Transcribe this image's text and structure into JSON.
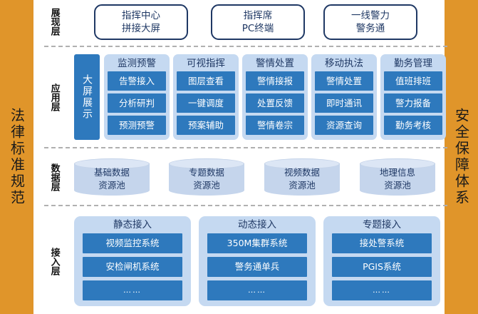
{
  "side_bars": {
    "left": {
      "label": "法律标准规范",
      "color": "#E0952A"
    },
    "right": {
      "label": "安全保障体系",
      "color": "#E0952A"
    }
  },
  "layers": [
    {
      "key": "presentation",
      "label": "展现层"
    },
    {
      "key": "application",
      "label": "应用层"
    },
    {
      "key": "data",
      "label": "数据层"
    },
    {
      "key": "access",
      "label": "接入层"
    }
  ],
  "presentation": {
    "boxes": [
      {
        "line1": "指挥中心",
        "line2": "拼接大屏"
      },
      {
        "line1": "指挥席",
        "line2": "PC终端"
      },
      {
        "line1": "一线警力",
        "line2": "警务通"
      }
    ]
  },
  "application": {
    "big_screen": {
      "label": "大屏展示"
    },
    "groups": [
      {
        "title": "监测预警",
        "items": [
          "告警接入",
          "分析研判",
          "预测预警"
        ]
      },
      {
        "title": "可视指挥",
        "items": [
          "图层查看",
          "一键调度",
          "预案辅助"
        ]
      },
      {
        "title": "警情处置",
        "items": [
          "警情接报",
          "处置反馈",
          "警情卷宗"
        ]
      },
      {
        "title": "移动执法",
        "items": [
          "警情处置",
          "即时通讯",
          "资源查询"
        ]
      },
      {
        "title": "勤务管理",
        "items": [
          "值班排班",
          "警力报备",
          "勤务考核"
        ]
      }
    ]
  },
  "data": {
    "pools": [
      {
        "line1": "基础数据",
        "line2": "资源池"
      },
      {
        "line1": "专题数据",
        "line2": "资源池"
      },
      {
        "line1": "视频数据",
        "line2": "资源池"
      },
      {
        "line1": "地理信息",
        "line2": "资源池"
      }
    ]
  },
  "access": {
    "groups": [
      {
        "title": "静态接入",
        "items": [
          "视频监控系统",
          "安检闸机系统",
          "……"
        ]
      },
      {
        "title": "动态接入",
        "items": [
          "350M集群系统",
          "警务通单兵",
          "……"
        ]
      },
      {
        "title": "专题接入",
        "items": [
          "接处警系统",
          "PGIS系统",
          "……"
        ]
      }
    ]
  },
  "colors": {
    "orange": "#E0952A",
    "navy": "#1F3864",
    "blue": "#2E79BD",
    "light_blue": "#C5D9F1",
    "cylinder_body": "#C5D5EC",
    "cylinder_top": "#DCE6F5",
    "separator": "#b0b0b0"
  }
}
